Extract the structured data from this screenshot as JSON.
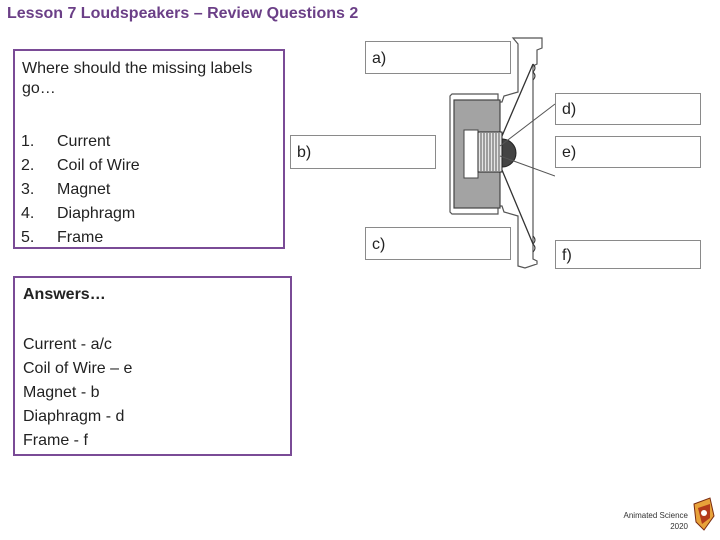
{
  "title": "Lesson 7 Loudspeakers – Review Questions 2",
  "question": {
    "prompt": "Where should the missing labels go…",
    "items": [
      {
        "num": "1.",
        "text": "Current"
      },
      {
        "num": "2.",
        "text": "Coil of Wire"
      },
      {
        "num": "3.",
        "text": "Magnet"
      },
      {
        "num": "4.",
        "text": "Diaphragm"
      },
      {
        "num": "5.",
        "text": "Frame"
      }
    ]
  },
  "diagram_labels": {
    "a": "a)",
    "b": "b)",
    "c": "c)",
    "d": "d)",
    "e": "e)",
    "f": "f)"
  },
  "answers": {
    "heading": "Answers…",
    "lines": [
      "Current  - a/c",
      "Coil of Wire – e",
      "Magnet - b",
      "Diaphragm - d",
      "Frame - f"
    ]
  },
  "footer": {
    "brand": "Animated Science",
    "year": "2020"
  },
  "colors": {
    "title": "#6b3f87",
    "border": "#7a4b96"
  }
}
